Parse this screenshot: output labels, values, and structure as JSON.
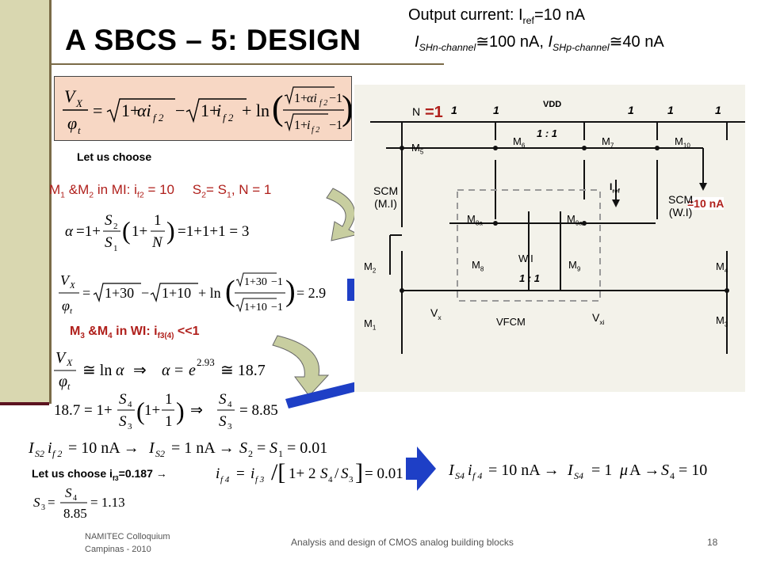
{
  "slide": {
    "title": "A SBCS – 5: DESIGN",
    "output_current": {
      "prefix": "Output current: I",
      "sub": "ref",
      "suffix": "=10 nA"
    },
    "ish": {
      "p1": "I",
      "s1": "SHn-channel",
      "p2": "≅100 nA, ",
      "p3": "I",
      "s2": "SHp-channel",
      "p4": "≅40 nA"
    },
    "eq_main": {
      "lhs_num": "V",
      "lhs_num_sub": "X",
      "lhs_den": "φ",
      "lhs_den_sub": "t",
      "rhs": "= √(1+αi_f2) − √(1+i_f2) + ln[(√(1+αi_f2) − 1)/(√(1+i_f2) − 1)]"
    },
    "let_choose": "Let us choose",
    "m1m2": {
      "m1": "M",
      "m1s": "1",
      "amp": " &M",
      "m2s": "2",
      "text": " in MI: i",
      "is": "f2",
      "val": " = 10",
      "s2": "S",
      "s2s": "2",
      "eq": "= S",
      "s1s": "1",
      "n": ", N = 1"
    },
    "alpha_eq": "α = 1 + (S₂/S₁)(1 + 1/N) = 1+1+1 = 3",
    "vx_eq": "Vx/φt = √(1+30) − √(1+10) + ln[(√(1+30) − 1)/(√(1+10) − 1)] = 2.93",
    "m3m4": {
      "m3": "M",
      "m3s": "3",
      "amp": " &M",
      "m4s": "4",
      "text": " in WI: i",
      "is": "f3(4)",
      "val": " <<1"
    },
    "ln_eq": "Vx/φt ≅ ln α  ⇒  α = e^2.93 ≅ 18.7",
    "s4s3_eq": "18.7 = 1 + (S₄/S₃)(1 + 1/1)  ⇒  S₄/S₃ = 8.85",
    "is2_eq": "I_S2 i_f2 = 10 nA → I_S2 = 1 nA → S₂ = S₁ = 0.01",
    "let_choose2": {
      "text": "Let us choose i",
      "sub": "f3",
      "val": "=0.187 →"
    },
    "if4_eq": "i_f4 = i_f3 / [1 + 2S₄/S₃] = 0.01",
    "s3_eq": "S₃ = S₄/8.85 = 1.13",
    "is4_eq": "I_S4 i_f4 = 10 nA → I_S4 = 1 μA → S₄ = 10"
  },
  "circuit": {
    "n_eq": "=1",
    "i_eq": "=10 nA",
    "n_label": "N",
    "ones": [
      "1",
      "1",
      "1",
      "1",
      "1"
    ],
    "vdd": "VDD",
    "ratio_top": "1 : 1",
    "ratio_bottom": "1 : 1",
    "iref": "I",
    "iref_sub": "ref",
    "scm_left": "SCM",
    "scm_left_sub": "(M.I)",
    "scm_right": "SCM",
    "scm_right_sub": "(W.I)",
    "wi": "W.I",
    "vfcm": "VFCM",
    "vx": "V",
    "vx_sub": "x",
    "vxi": "V",
    "vxi_sub": "xi",
    "transistors": {
      "m1": "M",
      "m1s": "1",
      "m2": "M",
      "m2s": "2",
      "m3": "M",
      "m3s": "3",
      "m4": "M",
      "m4s": "4",
      "m5": "M",
      "m5s": "5",
      "m6": "M",
      "m6s": "6",
      "m7": "M",
      "m7s": "7",
      "m8": "M",
      "m8s": "8",
      "m8a": "M",
      "m8as": "8a",
      "m9": "M",
      "m9s": "9",
      "m9a": "M",
      "m9as": "9a",
      "m10": "M",
      "m10s": "10"
    }
  },
  "footer": {
    "left_line1": "NAMITEC  Colloquium",
    "left_line2": "Campinas - 2010",
    "center": "Analysis and design of CMOS analog building blocks",
    "page": "18"
  },
  "colors": {
    "accent_red": "#b0201c",
    "accent_blue": "#1e3fc6",
    "eq_box": "#f7d7c4",
    "bar": "#d9d7b0"
  }
}
